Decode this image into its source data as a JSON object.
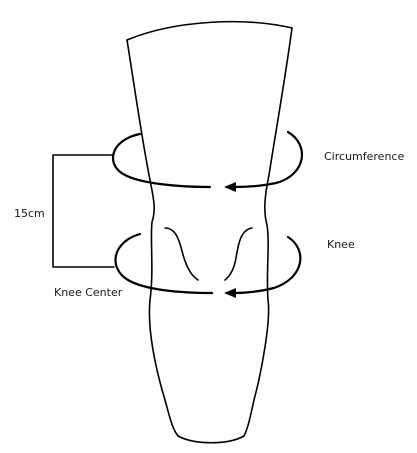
{
  "labels": {
    "circumference": "Circumference",
    "knee": "Knee",
    "distance": "15cm",
    "knee_center": "Knee Center"
  }
}
